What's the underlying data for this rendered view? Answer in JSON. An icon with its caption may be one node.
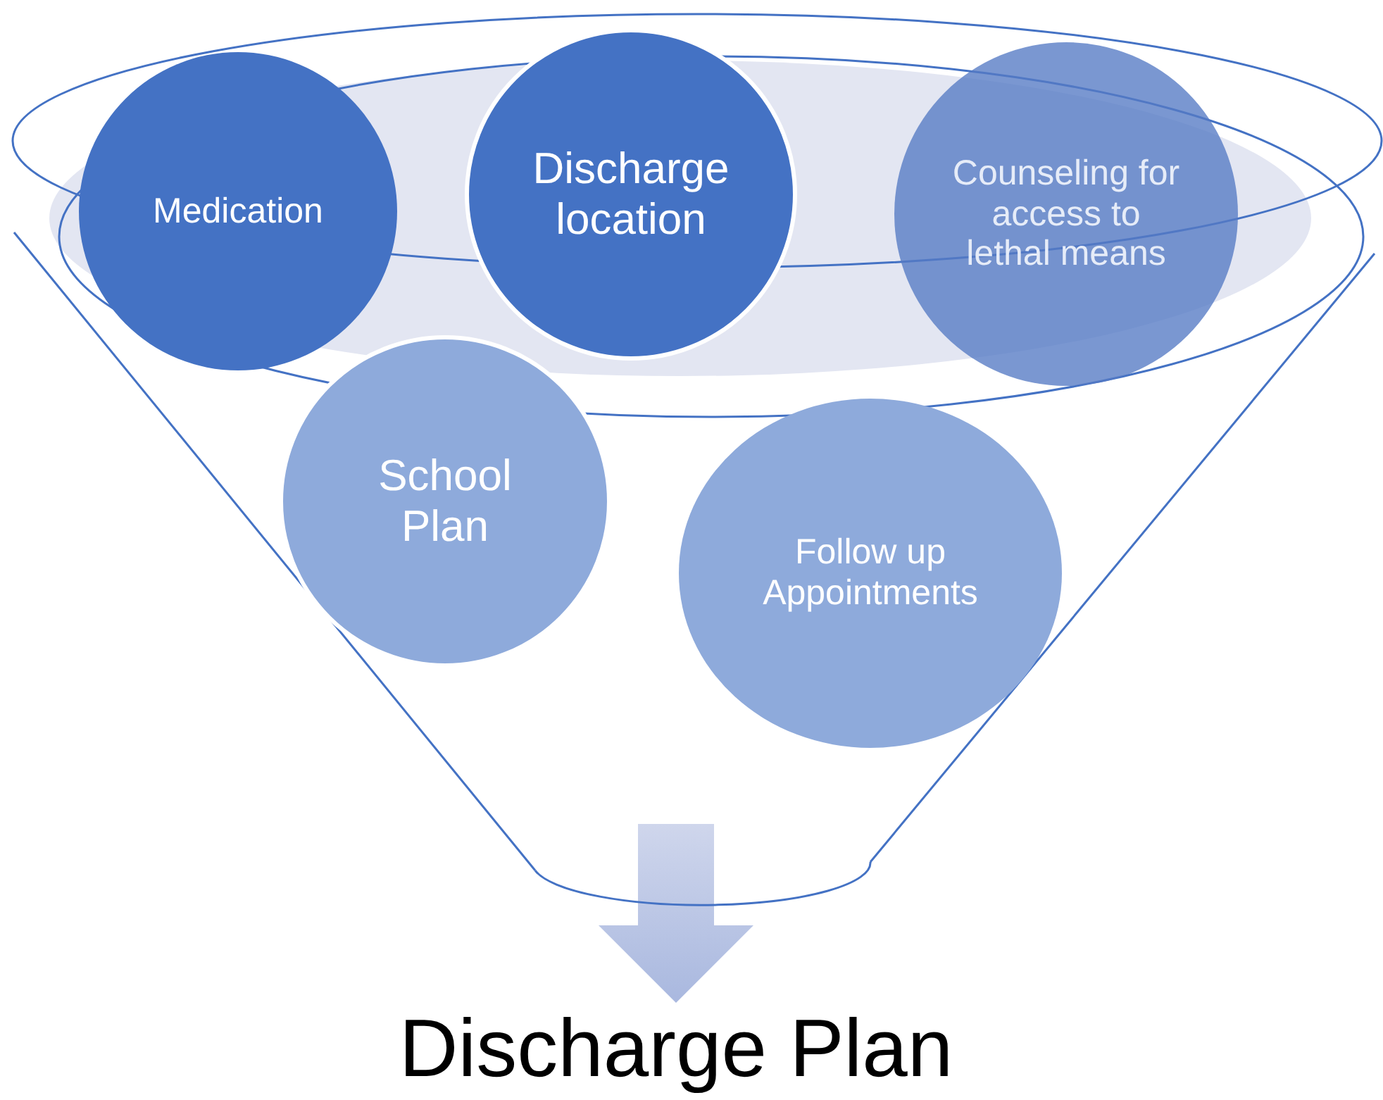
{
  "diagram": {
    "nodes": [
      {
        "text": [],
        "shape": "funnel"
      },
      {
        "text": [
          "Medication"
        ],
        "in": 0
      },
      {
        "text": [
          "Discharge location"
        ],
        "in": 0
      },
      {
        "text": [
          "Counseling for access to lethal means"
        ],
        "in": 0
      },
      {
        "text": [
          "School Plan"
        ],
        "in": 0
      },
      {
        "text": [
          "Follow up Appointments"
        ],
        "in": 0
      },
      {
        "text": [
          "Discharge Plan"
        ]
      }
    ],
    "edges": [
      {
        "from": 0,
        "to": 6,
        "arrow": "to"
      }
    ]
  }
}
